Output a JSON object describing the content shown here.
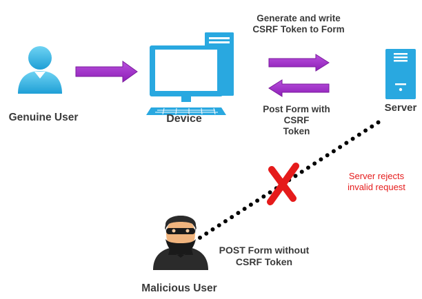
{
  "labels": {
    "genuine_user": "Genuine User",
    "device": "Device",
    "server": "Server",
    "malicious_user": "Malicious User",
    "generate_line1": "Generate and write",
    "generate_line2": "CSRF Token to Form",
    "post_line1": "Post Form with",
    "post_line2": "CSRF",
    "post_line3": "Token",
    "reject_line1": "Server rejects",
    "reject_line2": "invalid request",
    "attack_line1": "POST Form without",
    "attack_line2": "CSRF Token"
  },
  "colors": {
    "arrow_purple": "#a12ac9",
    "icon_blue": "#29a8e0",
    "reject_red": "#e51b1b",
    "text_dark": "#3a3a3a"
  },
  "icons": {
    "genuine_user": "person-icon",
    "device": "desktop-computer-icon",
    "server": "server-tower-icon",
    "malicious_user": "hacker-icon",
    "blocked": "red-x-icon"
  }
}
